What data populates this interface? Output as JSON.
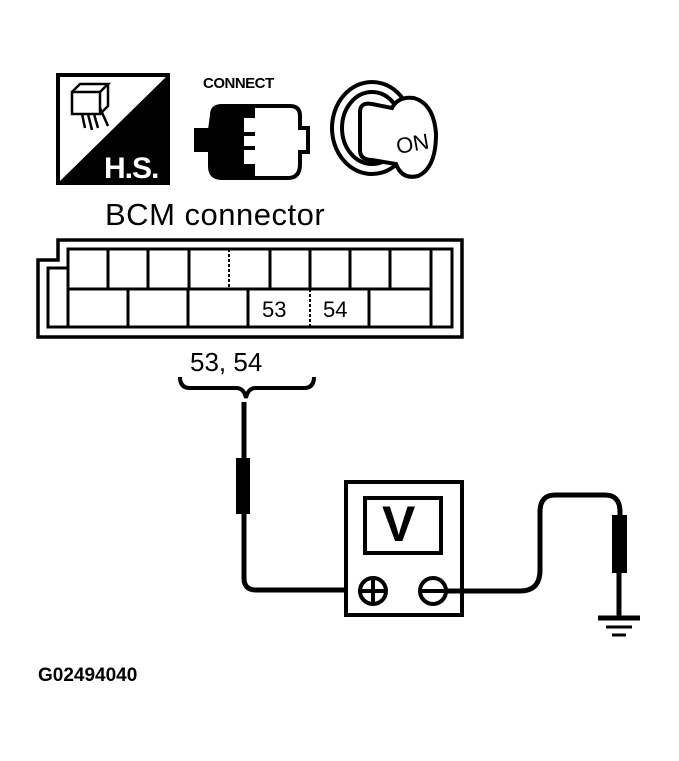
{
  "icons": {
    "hs": {
      "name": "harness-side-icon",
      "label": "H.S."
    },
    "connect": {
      "name": "connect-icon",
      "label": "CONNECT"
    },
    "ignition": {
      "name": "ignition-on-icon",
      "label": "ON"
    }
  },
  "connector": {
    "title": "BCM connector",
    "top_row_cells": 10,
    "bottom_row_cells": 6,
    "highlighted_terminals": [
      "53",
      "54"
    ]
  },
  "probe_label": "53, 54",
  "meter": {
    "display": "V",
    "positive": "+",
    "negative": "−"
  },
  "ground": {
    "name": "ground-symbol"
  },
  "figure_id": "G02494040",
  "colors": {
    "ink": "#000000",
    "background": "#ffffff"
  }
}
